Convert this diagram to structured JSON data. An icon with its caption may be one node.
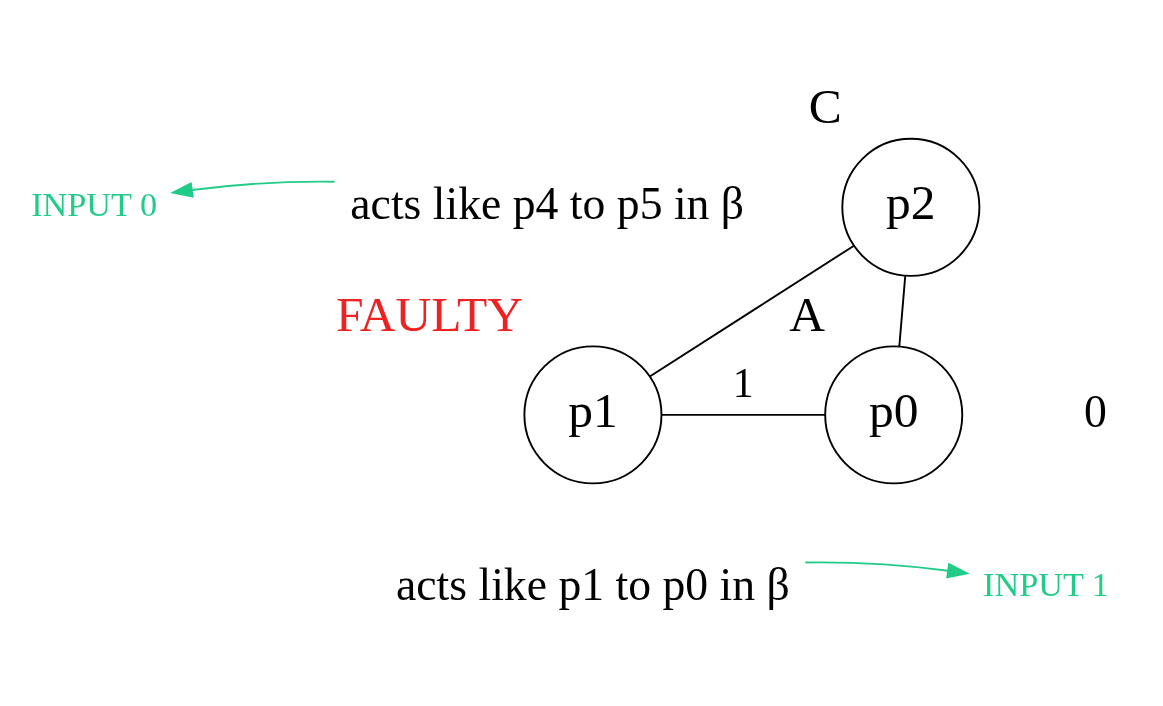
{
  "diagram": {
    "nodes": [
      {
        "text": [
          "p2"
        ],
        "beside": [
          "C"
        ]
      },
      {
        "text": [
          "p1"
        ],
        "beside": [
          "FAULTY"
        ]
      },
      {
        "text": [
          "p0"
        ],
        "beside": [
          "A"
        ]
      },
      {
        "text": [
          "acts like p4 to p5 in β"
        ]
      },
      {
        "text": [
          "acts like p1 to p0 in β"
        ]
      },
      {
        "text": [
          "INPUT 0"
        ]
      },
      {
        "text": [
          "INPUT 1"
        ]
      }
    ],
    "edges": [
      {
        "from": 0,
        "to": 1,
        "arrow": "none"
      },
      {
        "from": 0,
        "to": 2,
        "arrow": "none"
      },
      {
        "from": 1,
        "to": 2,
        "arrow": "none",
        "label": "1"
      },
      {
        "from": 3,
        "to": 5,
        "arrow": "to",
        "color": "#22cc88"
      },
      {
        "from": 4,
        "to": 6,
        "arrow": "to",
        "color": "#22cc88"
      }
    ],
    "labels": [
      "0"
    ]
  }
}
